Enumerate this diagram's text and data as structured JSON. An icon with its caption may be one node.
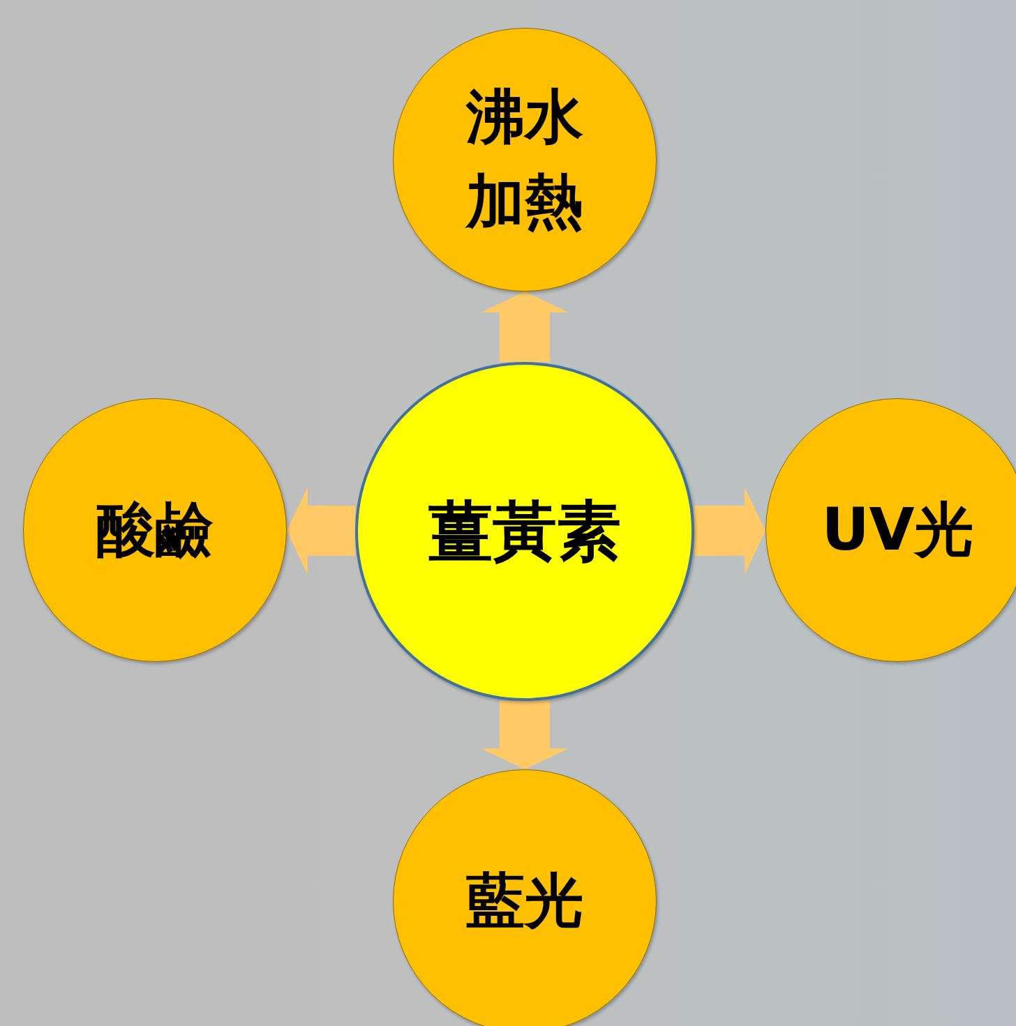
{
  "diagram": {
    "nodes": [
      {
        "text": [
          "薑黃素"
        ]
      },
      {
        "text": [
          "沸水加熱"
        ]
      },
      {
        "text": [
          "酸鹼"
        ]
      },
      {
        "text": [
          "UV光"
        ]
      },
      {
        "text": [
          "藍光"
        ]
      }
    ],
    "edges": [
      {
        "from": 0,
        "to": 1,
        "arrow": "to"
      },
      {
        "from": 0,
        "to": 2,
        "arrow": "to"
      },
      {
        "from": 0,
        "to": 3,
        "arrow": "to"
      },
      {
        "from": 0,
        "to": 4,
        "arrow": "to"
      }
    ]
  }
}
